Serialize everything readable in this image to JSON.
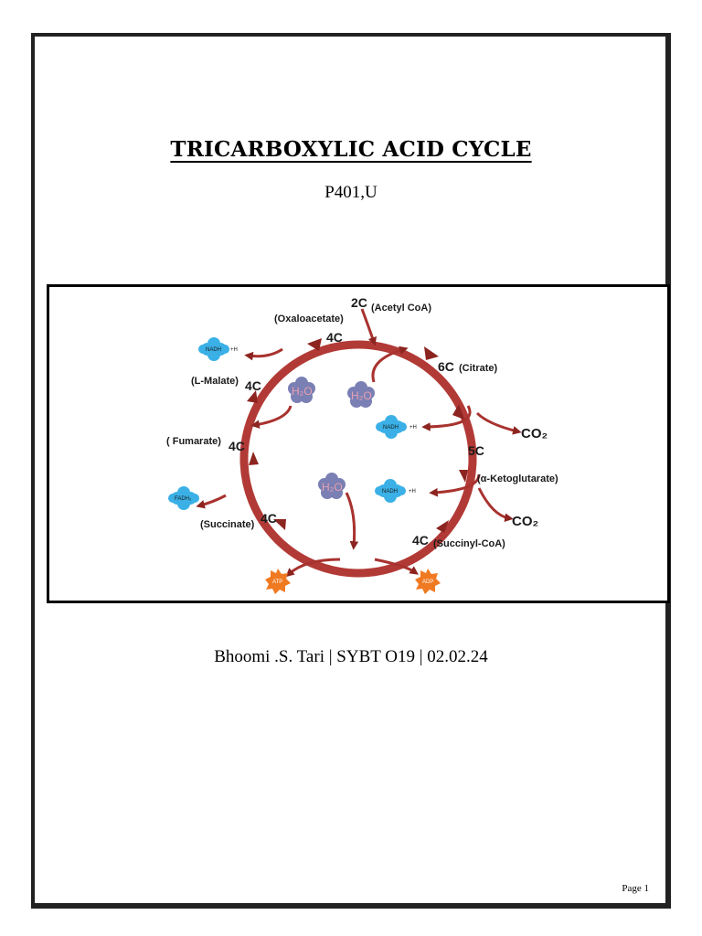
{
  "document": {
    "title": "TRICARBOXYLIC ACID CYCLE",
    "code": "P401,U",
    "author_line": "Bhoomi .S. Tari | SYBT O19 | 02.02.24",
    "page_label": "Page 1"
  },
  "diagram": {
    "colors": {
      "cycle": "#b23a36",
      "nadh": "#3ab0e6",
      "water": "#7a7fb4",
      "atp": "#f07a22"
    },
    "carbons": {
      "acetyl": "2C",
      "oxaloacetate": "4C",
      "citrate": "6C",
      "ketoglutarate": "5C",
      "succinyl": "4C",
      "succinate": "4C",
      "fumarate": "4C",
      "malate": "4C"
    },
    "compounds": {
      "acetyl": "(Acetyl CoA)",
      "oxaloacetate": "(Oxaloacetate)",
      "citrate": "(Citrate)",
      "ketoglutarate": "(α-Ketoglutarate)",
      "succinyl": "(Succinyl-CoA)",
      "succinate": "(Succinate)",
      "fumarate": "( Fumarate)",
      "malate": "(L-Malate)"
    },
    "co2": "CO₂",
    "nadh": "NADH",
    "plus_h": "+H",
    "fadh2": "FADH₂",
    "water": "H₂O",
    "atp": "ATP",
    "adp": "ADP"
  }
}
